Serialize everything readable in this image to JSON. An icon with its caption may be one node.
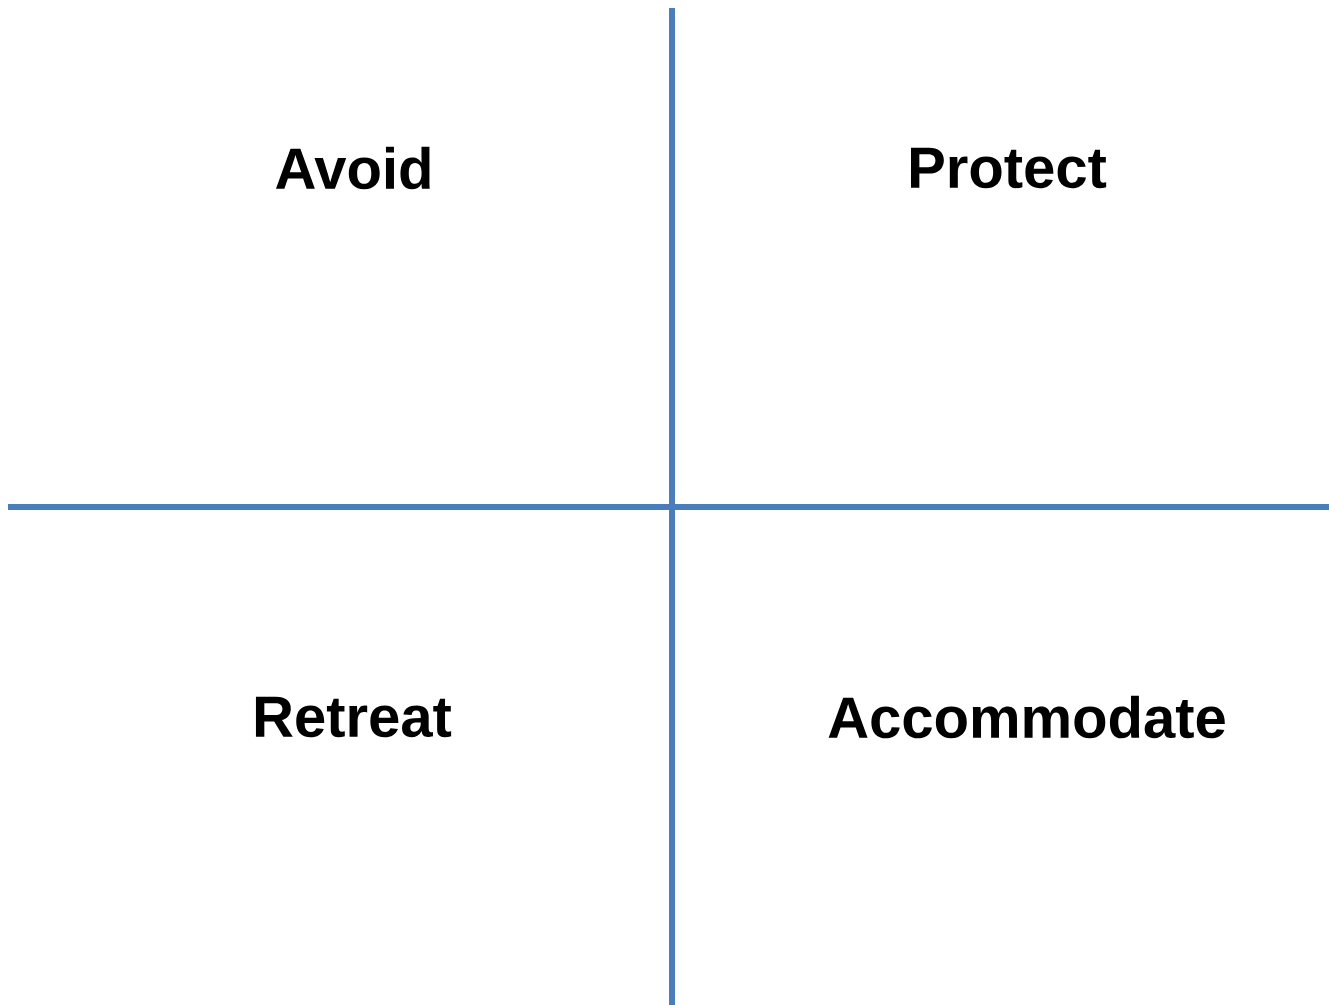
{
  "diagram": {
    "labels": [
      "Avoid",
      "Protect",
      "Retreat",
      "Accommodate"
    ]
  }
}
